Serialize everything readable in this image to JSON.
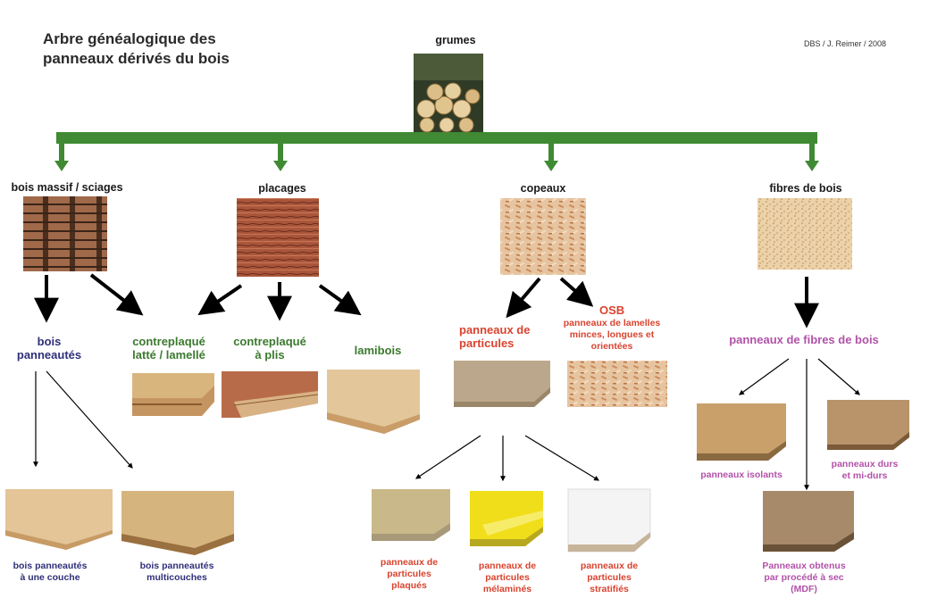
{
  "title": "Arbre généalogique des\npanneaux dérivés du bois",
  "credit": "DBS / J. Reimer / 2008",
  "root": {
    "label": "grumes"
  },
  "level1": {
    "bois_massif": "bois massif / sciages",
    "placages": "placages",
    "copeaux": "copeaux",
    "fibres": "fibres de bois"
  },
  "level2": {
    "bois_panneautes": "bois\npanneautés",
    "contreplaque_latte": "contreplaqué\nlatté / lamellé",
    "contreplaque_plis": "contreplaqué\nà plis",
    "lamibois": "lamibois",
    "panneaux_particules": "panneaux de\nparticules",
    "osb_title": "OSB",
    "osb_desc": "panneaux de lamelles\nminces, longues et\norientées",
    "panneaux_fibres": "panneaux de fibres de bois"
  },
  "level3": {
    "une_couche": "bois panneautés\nà une couche",
    "multicouches": "bois panneautés\nmulticouches",
    "plaques": "panneaux de\nparticules\nplaqués",
    "melamines": "panneaux de\nparticules\nmélaminés",
    "stratifies": "panneaux de\nparticules\nstratifiés",
    "isolants": "panneaux isolants",
    "durs": "panneaux durs\net mi-durs",
    "mdf": "Panneaux obtenus\npar procédé à sec\n(MDF)"
  },
  "colors": {
    "bar_green": "#3f8a33",
    "navy": "#2f2f7a",
    "green_text": "#3b7a2e",
    "red_text": "#d9432f",
    "pink_text": "#b252a8"
  }
}
